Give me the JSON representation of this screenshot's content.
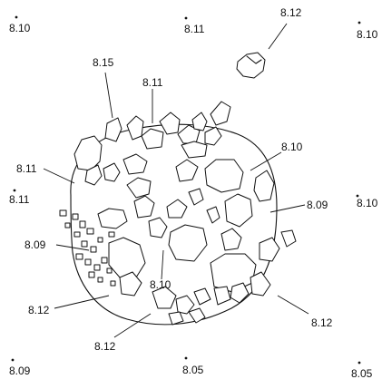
{
  "drawing": {
    "stray_pebble_label": "8.12",
    "outer_labels": [
      "8.10",
      "8.11",
      "8.10",
      "8.11",
      "8.10",
      "8.09",
      "8.05",
      "8.05"
    ],
    "callout_labels": [
      "8.15",
      "8.11",
      "8.10",
      "8.11",
      "8.09",
      "8.09",
      "8.12",
      "8.10",
      "8.12",
      "8.12"
    ]
  }
}
